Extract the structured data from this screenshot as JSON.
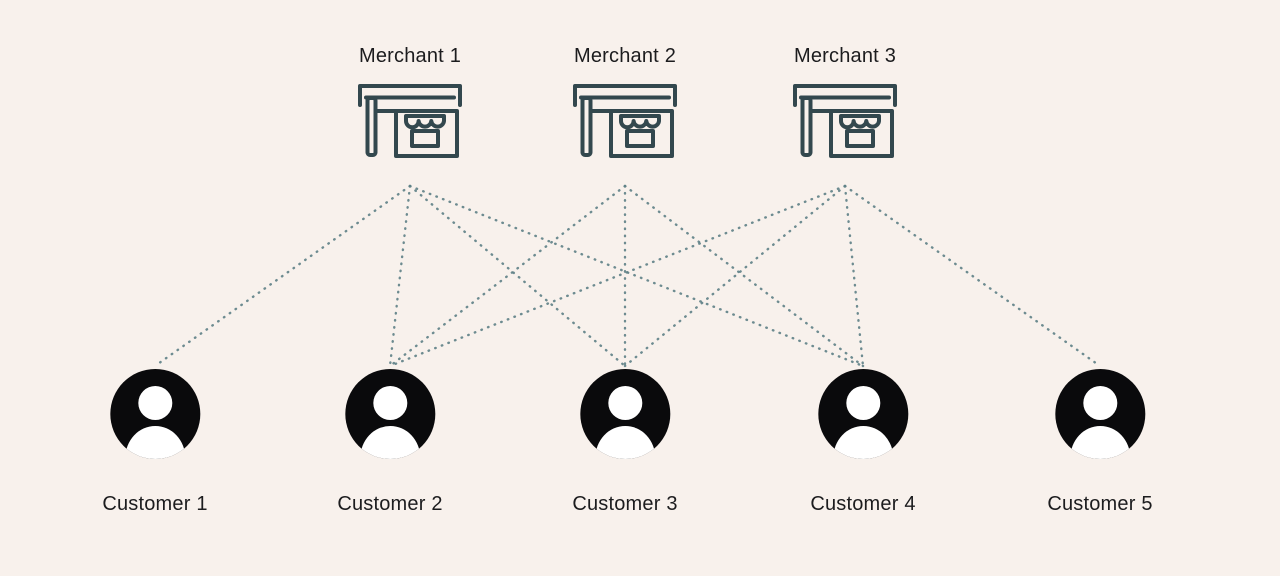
{
  "diagram": {
    "merchants": [
      {
        "id": "merchant-1",
        "label": "Merchant 1"
      },
      {
        "id": "merchant-2",
        "label": "Merchant 2"
      },
      {
        "id": "merchant-3",
        "label": "Merchant 3"
      }
    ],
    "customers": [
      {
        "id": "customer-1",
        "label": "Customer 1"
      },
      {
        "id": "customer-2",
        "label": "Customer 2"
      },
      {
        "id": "customer-3",
        "label": "Customer 3"
      },
      {
        "id": "customer-4",
        "label": "Customer 4"
      },
      {
        "id": "customer-5",
        "label": "Customer 5"
      }
    ],
    "connections": [
      {
        "from": "merchant-1",
        "to": "customer-1"
      },
      {
        "from": "merchant-1",
        "to": "customer-2"
      },
      {
        "from": "merchant-1",
        "to": "customer-3"
      },
      {
        "from": "merchant-1",
        "to": "customer-4"
      },
      {
        "from": "merchant-2",
        "to": "customer-2"
      },
      {
        "from": "merchant-2",
        "to": "customer-3"
      },
      {
        "from": "merchant-2",
        "to": "customer-4"
      },
      {
        "from": "merchant-3",
        "to": "customer-2"
      },
      {
        "from": "merchant-3",
        "to": "customer-3"
      },
      {
        "from": "merchant-3",
        "to": "customer-4"
      },
      {
        "from": "merchant-3",
        "to": "customer-5"
      }
    ],
    "icons": {
      "merchant_icon": "storefront-icon",
      "customer_icon": "person-avatar-icon",
      "edge_style": "dotted-line"
    },
    "colors": {
      "background": "#f8f1ec",
      "line": "#5f8187",
      "icon_stroke": "#33484e",
      "avatar_fill": "#0a0a0c",
      "text": "#1c1c1e"
    }
  }
}
